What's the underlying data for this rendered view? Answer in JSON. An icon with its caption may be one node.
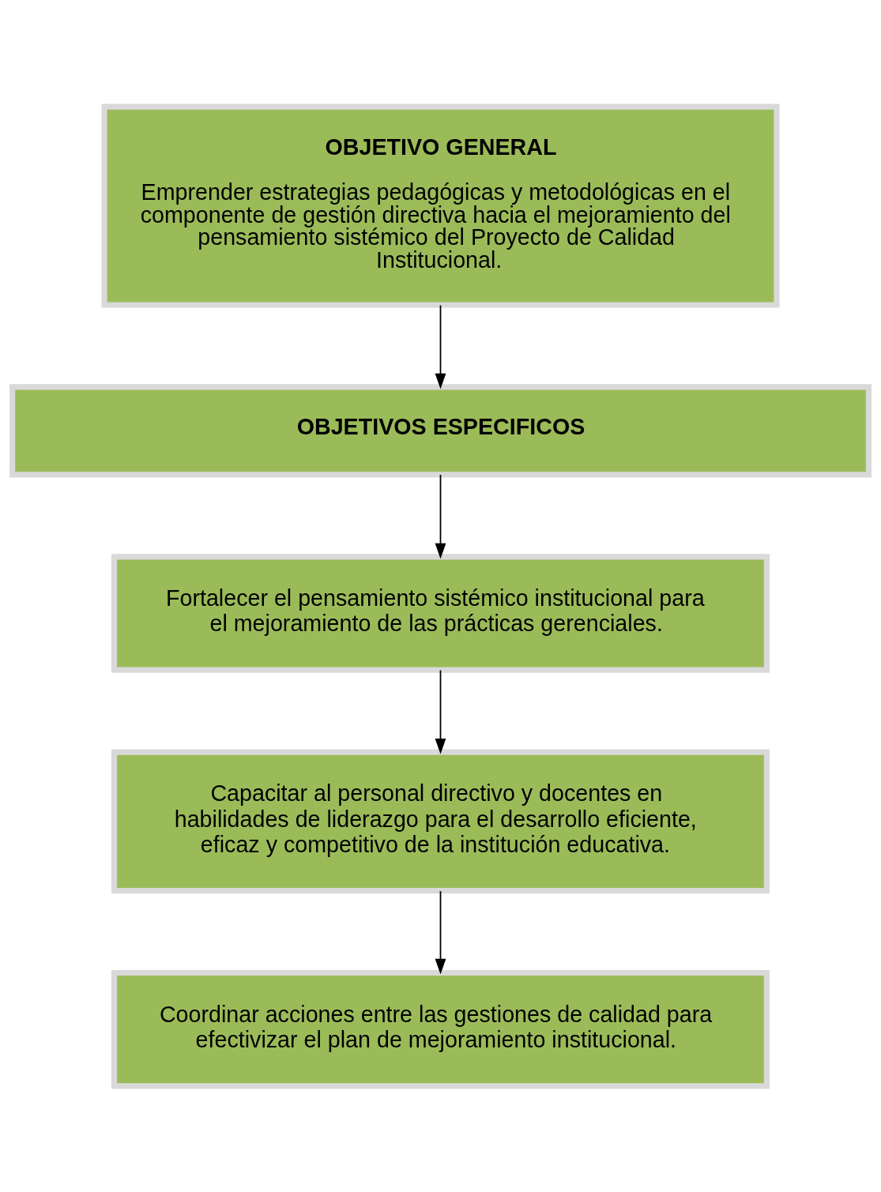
{
  "diagram": {
    "nodes": [
      {
        "text": [
          "OBJETIVO GENERAL",
          "Emprender estrategias pedagógicas y metodológicas en el componente de gestión directiva hacia el mejoramiento del pensamiento sistémico del Proyecto de Calidad Institucional."
        ]
      },
      {
        "text": [
          "OBJETIVOS ESPECIFICOS"
        ]
      },
      {
        "text": [
          "Fortalecer el pensamiento sistémico institucional para el mejoramiento de las prácticas gerenciales."
        ]
      },
      {
        "text": [
          "Capacitar al personal directivo y docentes en habilidades de liderazgo para el desarrollo eficiente, eficaz y competitivo de la institución educativa."
        ]
      },
      {
        "text": [
          "Coordinar acciones entre las gestiones de calidad para efectivizar el plan de mejoramiento institucional."
        ]
      }
    ],
    "edges": [
      {
        "from": 0,
        "to": 1,
        "arrow": "to"
      },
      {
        "from": 1,
        "to": 2,
        "arrow": "to"
      },
      {
        "from": 2,
        "to": 3,
        "arrow": "to"
      },
      {
        "from": 3,
        "to": 4,
        "arrow": "to"
      }
    ]
  }
}
